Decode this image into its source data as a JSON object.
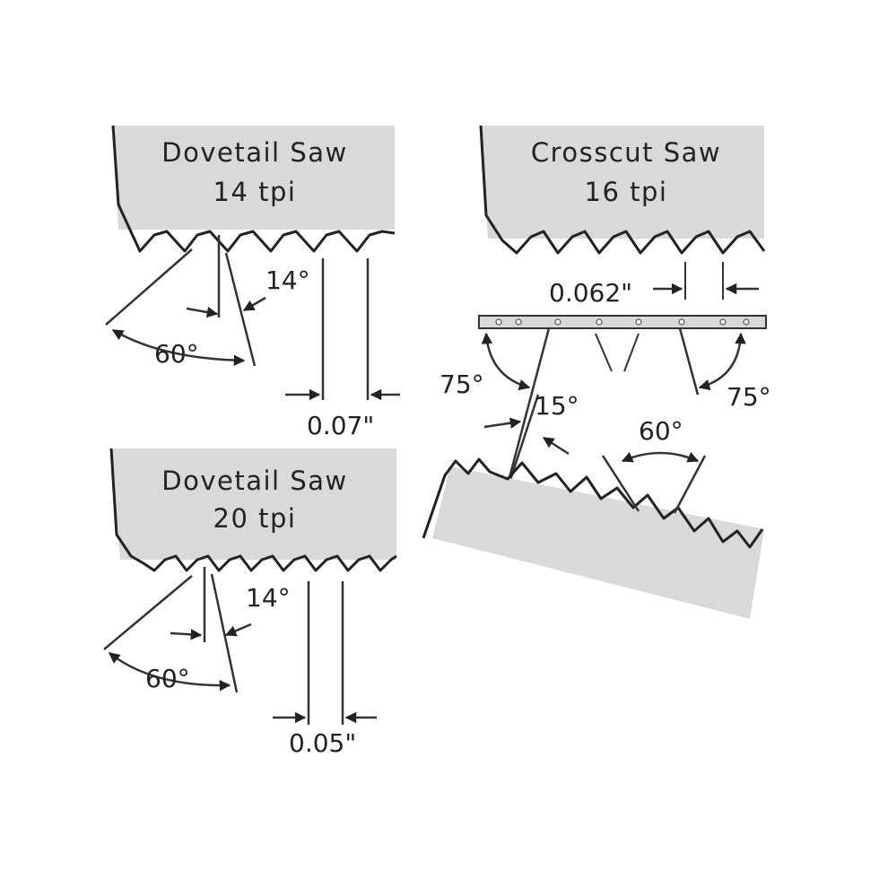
{
  "panels": {
    "dovetail14": {
      "title_line1": "Dovetail Saw",
      "title_line2": "14 tpi",
      "angle_rake": "14°",
      "angle_included": "60°",
      "pitch": "0.07\""
    },
    "dovetail20": {
      "title_line1": "Dovetail Saw",
      "title_line2": "20 tpi",
      "angle_rake": "14°",
      "angle_included": "60°",
      "pitch": "0.05\""
    },
    "crosscut16": {
      "title_line1": "Crosscut Saw",
      "title_line2": "16 tpi",
      "pitch": "0.062\"",
      "bevel_left": "75°",
      "bevel_right": "75°",
      "rake": "15°",
      "included": "60°"
    }
  },
  "colors": {
    "blade": "#d9d9d9",
    "line": "#222222",
    "background": "#ffffff"
  }
}
